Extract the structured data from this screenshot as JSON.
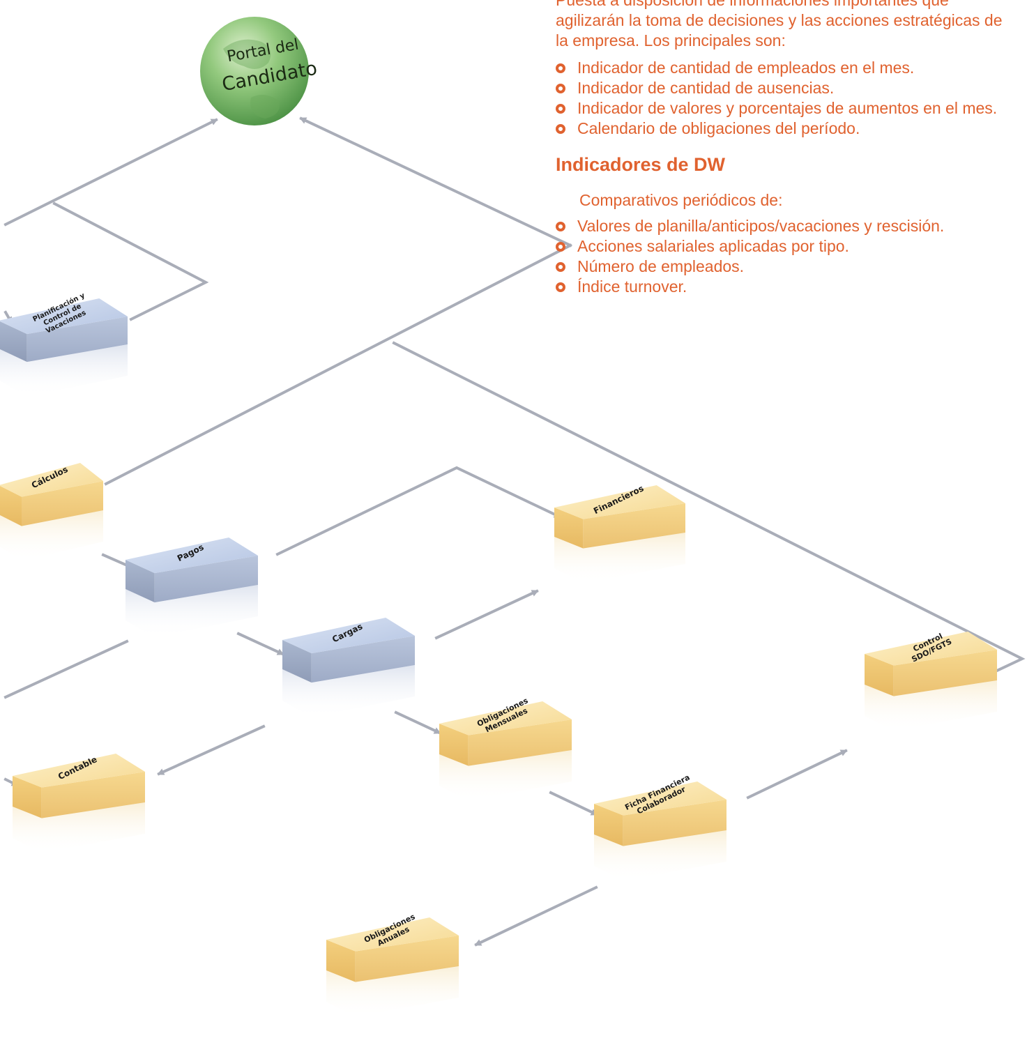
{
  "text_panel": {
    "intro": "Puesta a disposición de informaciones importantes que agilizarán la toma de decisiones y las acciones estratégicas de la empresa. Los principales son:",
    "bullets_1": [
      "Indicador de cantidad de empleados en el mes.",
      "Indicador de cantidad de ausencias.",
      "Indicador de valores y porcentajes de aumentos en el mes.",
      "Calendario de obligaciones del período."
    ],
    "heading": "Indicadores de DW",
    "sub_intro": "Comparativos periódicos de:",
    "bullets_2": [
      "Valores de planilla/anticipos/vacaciones y rescisión.",
      "Acciones salariales aplicadas por tipo.",
      "Número de empleados.",
      "Índice turnover."
    ]
  },
  "portal": {
    "line1": "Portal del",
    "line2": "Candidato"
  },
  "nodes": {
    "vacaciones": {
      "lines": [
        "Planificación y",
        "Control de",
        "Vacaciones"
      ],
      "color": "blue"
    },
    "calculos": {
      "lines": [
        "Cálculos"
      ],
      "color": "yellow"
    },
    "pagos": {
      "lines": [
        "Pagos"
      ],
      "color": "blue"
    },
    "cargas": {
      "lines": [
        "Cargas"
      ],
      "color": "blue"
    },
    "financieros": {
      "lines": [
        "Financieros"
      ],
      "color": "yellow"
    },
    "contable": {
      "lines": [
        "Contable"
      ],
      "color": "yellow"
    },
    "obligaciones_mensuales": {
      "lines": [
        "Obligaciones",
        "Mensuales"
      ],
      "color": "yellow"
    },
    "ficha_financiera": {
      "lines": [
        "Ficha Financiera",
        "Colaborador"
      ],
      "color": "yellow"
    },
    "control_sdo": {
      "lines": [
        "Control",
        "SDO/FGTS"
      ],
      "color": "yellow"
    },
    "obligaciones_anuales": {
      "lines": [
        "Obligaciones",
        "Anuales"
      ],
      "color": "yellow"
    }
  },
  "colors": {
    "text_accent": "#e0622f",
    "arrow_gray": "#a9adb8",
    "box_yellow_top": "#fbe7b0",
    "box_blue_top": "#c6d3ea",
    "globe_green": "#7fbf6a"
  }
}
